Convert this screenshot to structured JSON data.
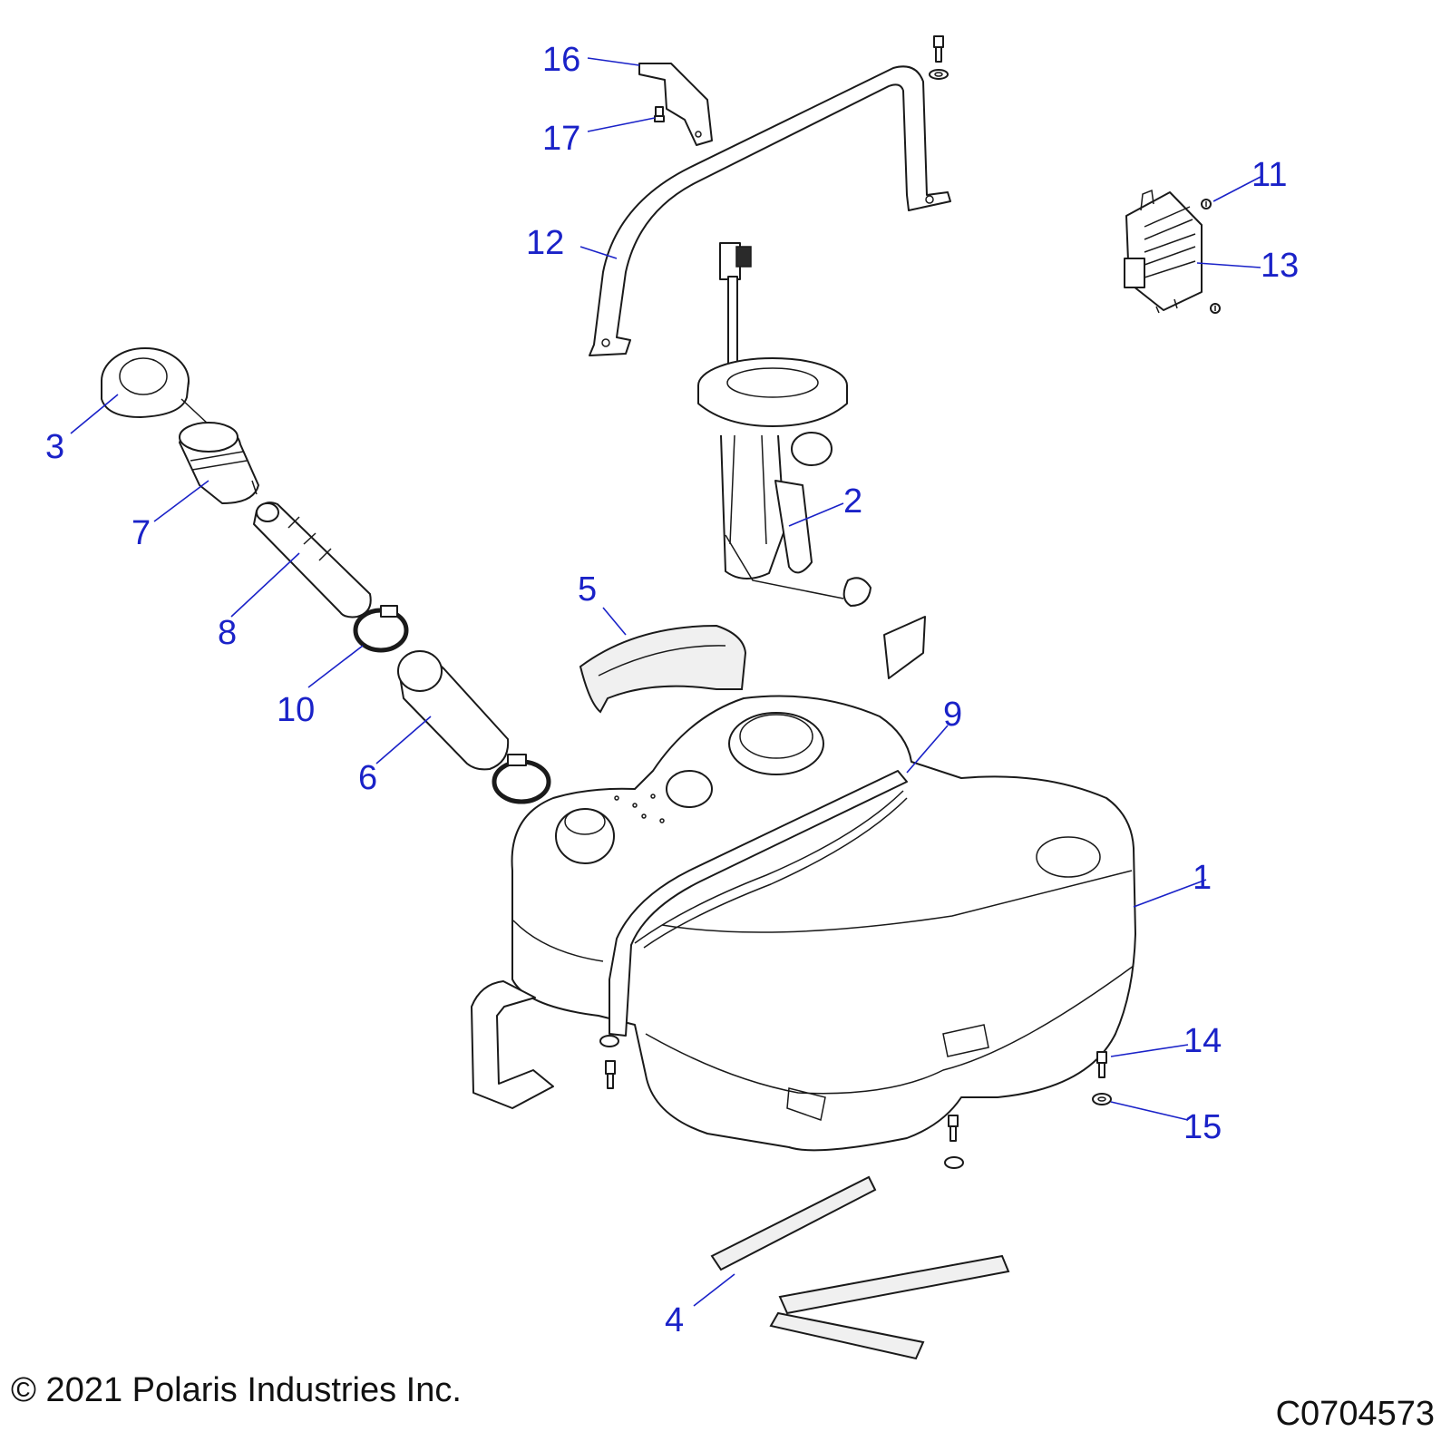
{
  "callouts": [
    {
      "id": "1",
      "label": "1"
    },
    {
      "id": "2",
      "label": "2"
    },
    {
      "id": "3",
      "label": "3"
    },
    {
      "id": "4",
      "label": "4"
    },
    {
      "id": "5",
      "label": "5"
    },
    {
      "id": "6",
      "label": "6"
    },
    {
      "id": "7",
      "label": "7"
    },
    {
      "id": "8",
      "label": "8"
    },
    {
      "id": "9",
      "label": "9"
    },
    {
      "id": "10",
      "label": "10"
    },
    {
      "id": "11",
      "label": "11"
    },
    {
      "id": "12",
      "label": "12"
    },
    {
      "id": "13",
      "label": "13"
    },
    {
      "id": "14",
      "label": "14"
    },
    {
      "id": "15",
      "label": "15"
    },
    {
      "id": "16",
      "label": "16"
    },
    {
      "id": "17",
      "label": "17"
    }
  ],
  "footer": {
    "copyright": "© 2021 Polaris Industries Inc.",
    "drawing_id": "C0704573"
  },
  "colors": {
    "callout": "#1a22c8",
    "line": "#1a1a1a"
  }
}
